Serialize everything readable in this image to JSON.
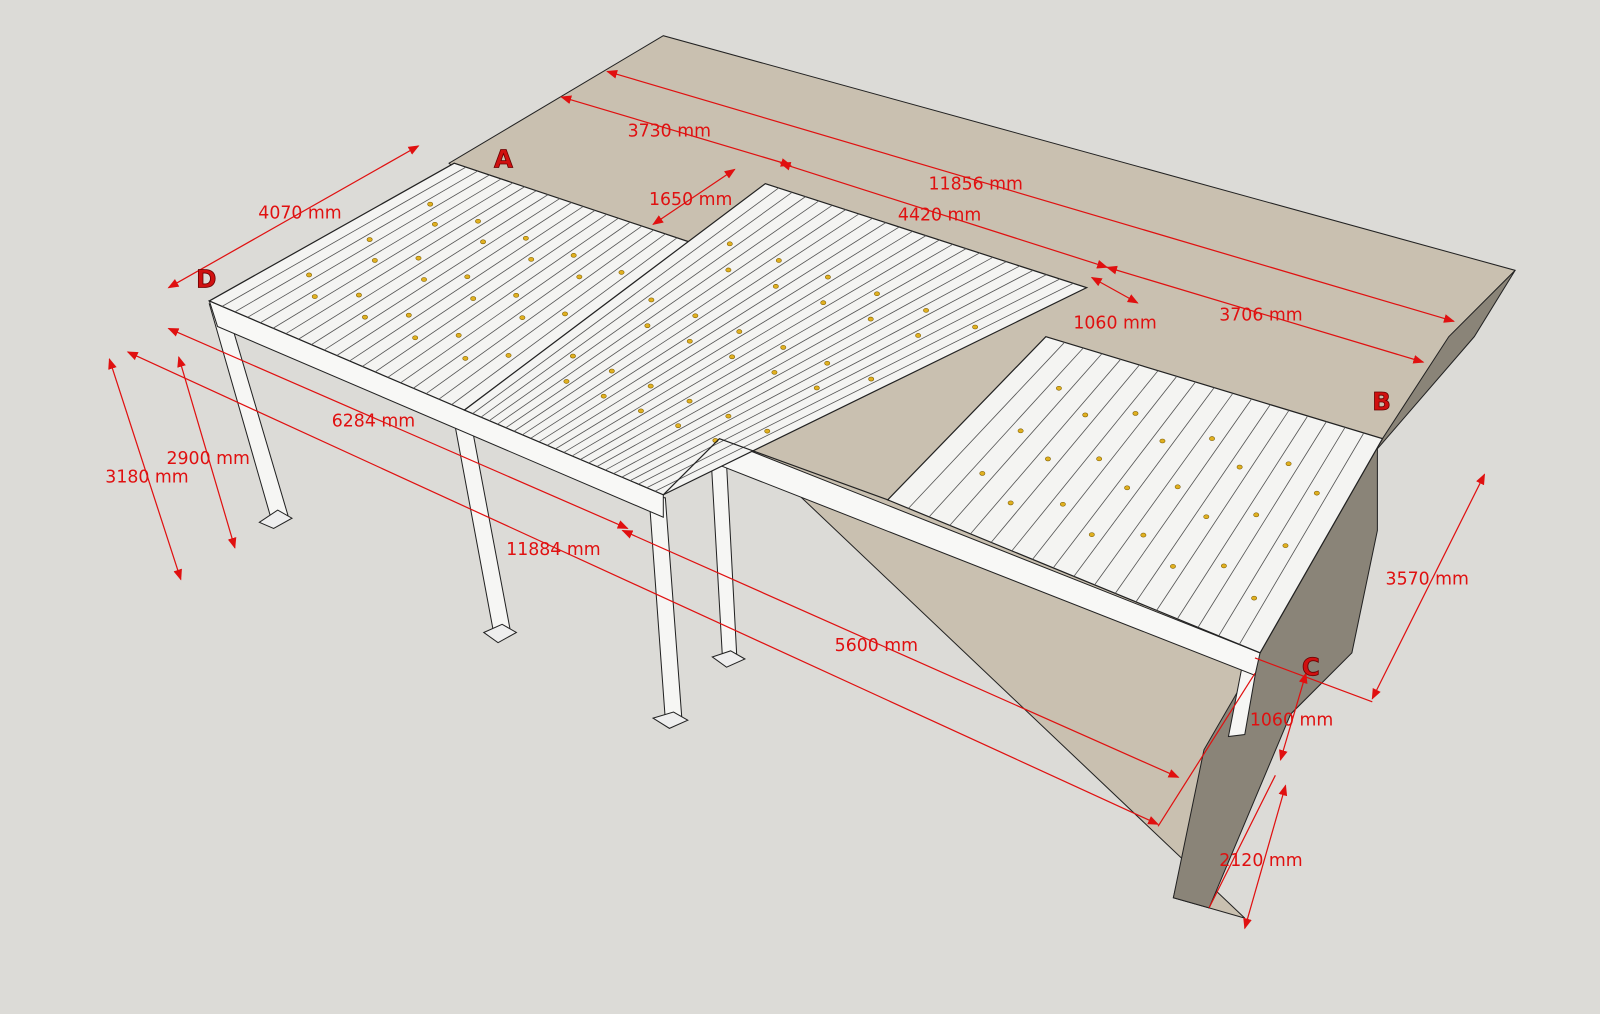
{
  "title": "Pergola layout with dimensions",
  "colors": {
    "background": "#dcdbd7",
    "wall_top": "#c9c0b0",
    "wall_side": "#8a8478",
    "roof": "#f4f4f2",
    "dimension": "#e01010",
    "light": "#e0b020"
  },
  "corners": {
    "a": "A",
    "b": "B",
    "c": "C",
    "d": "D"
  },
  "dimensions": {
    "d3730": "3730 mm",
    "d11856": "11856 mm",
    "d1650": "1650 mm",
    "d4420": "4420 mm",
    "d4070": "4070 mm",
    "d1060_top": "1060 mm",
    "d3706": "3706 mm",
    "d6284": "6284 mm",
    "d2900": "2900 mm",
    "d3180": "3180 mm",
    "d11884": "11884 mm",
    "d5600": "5600 mm",
    "d3570": "3570 mm",
    "d1060_right": "1060 mm",
    "d2120": "2120 mm"
  },
  "modules": {
    "slat_counts": [
      20,
      24,
      18
    ]
  }
}
